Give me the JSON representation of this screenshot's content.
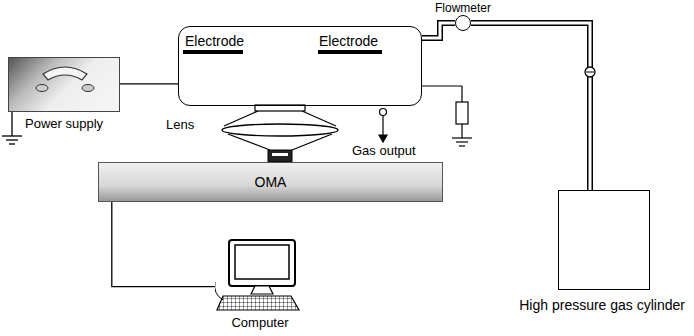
{
  "diagram": {
    "nodes": [
      {
        "text": [
          "Flowmeter"
        ]
      },
      {
        "text": [
          "Electrode",
          "Electrode"
        ]
      },
      {
        "text": [
          "Power supply"
        ]
      },
      {
        "text": [
          "OMA"
        ]
      },
      {
        "text": [
          "Computer"
        ]
      },
      {
        "text": [
          "High pressure gas cylinder"
        ]
      }
    ],
    "edges": [
      {
        "from": 2,
        "to": 1,
        "arrow": "none"
      },
      {
        "from": 1,
        "to": 0,
        "arrow": "none"
      },
      {
        "from": 0,
        "to": 5,
        "arrow": "none"
      },
      {
        "from": 3,
        "to": 4,
        "arrow": "none"
      }
    ],
    "labels": [
      "Lens",
      "Gas output"
    ]
  }
}
